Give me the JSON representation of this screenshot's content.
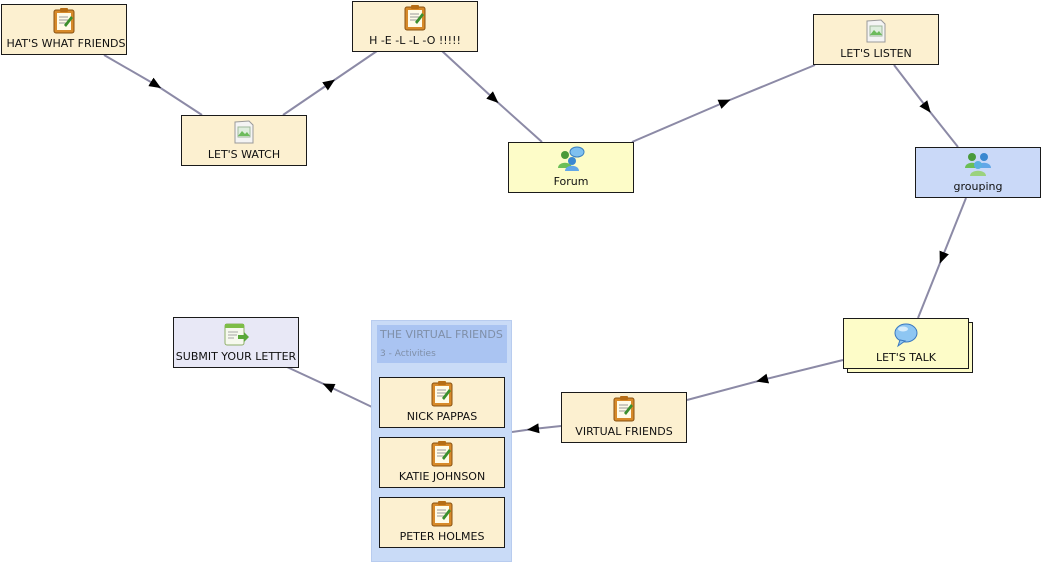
{
  "activities": {
    "whats_what_friends": "HAT'S WHAT FRIENDS",
    "lets_watch": "LET'S WATCH",
    "hello": "H -E -L -L -O !!!!!",
    "forum": "Forum",
    "lets_listen": "LET'S LISTEN",
    "grouping": "grouping",
    "lets_talk": "LET'S TALK",
    "virtual_friends": "VIRTUAL FRIENDS",
    "submit_letter": "SUBMIT YOUR LETTER"
  },
  "optional_group": {
    "title": "THE VIRTUAL FRIENDS",
    "subtitle": "3 - Activities",
    "items": [
      "NICK PAPPAS",
      "KATIE JOHNSON",
      "PETER HOLMES"
    ]
  },
  "colors": {
    "activity_bg": "#fcf0d0",
    "forum_bg": "#fdfcc8",
    "grouping_bg": "#cad9f8",
    "container_bg": "#c9dbf7",
    "edge": "#8c8aa6"
  }
}
